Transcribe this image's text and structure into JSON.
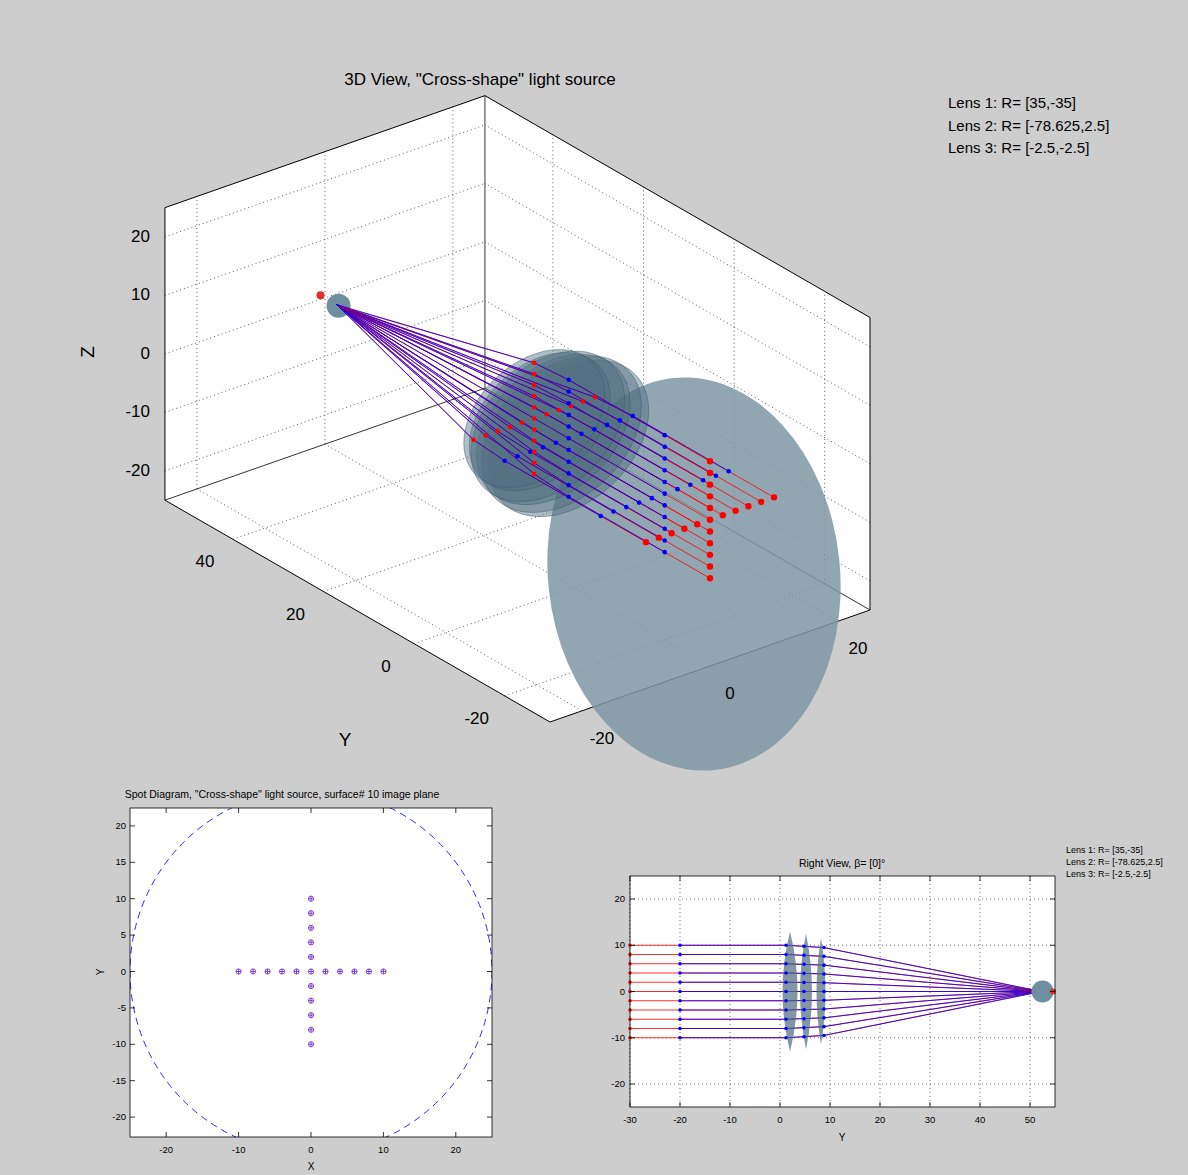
{
  "diagram": {
    "title": "3D View, \"Cross-shape\" light source",
    "labels": [
      "20",
      "10",
      "0",
      "-10",
      "-20",
      "Z",
      "40",
      "20",
      "0",
      "-20",
      "Y",
      "-20",
      "0",
      "20",
      "Lens 1: R= [35,-35]",
      "Lens 2: R= [-78.625,2.5]",
      "Lens 3: R= [-2.5,-2.5]",
      "Spot Diagram, \"Cross-shape\" light source, surface# 10 image plane",
      "20",
      "15",
      "10",
      "5",
      "0",
      "-5",
      "-10",
      "-15",
      "-20",
      "Y",
      "-20",
      "-10",
      "0",
      "10",
      "20",
      "X",
      "Right View, β= [0]°",
      "20",
      "10",
      "0",
      "-10",
      "-20",
      "-30",
      "-20",
      "-10",
      "0",
      "10",
      "20",
      "30",
      "40",
      "50",
      "Y",
      "Lens 1: R= [35,-35]",
      "Lens 2: R= [-78.625,2.5]",
      "Lens 3: R= [-2.5,-2.5]"
    ]
  }
}
